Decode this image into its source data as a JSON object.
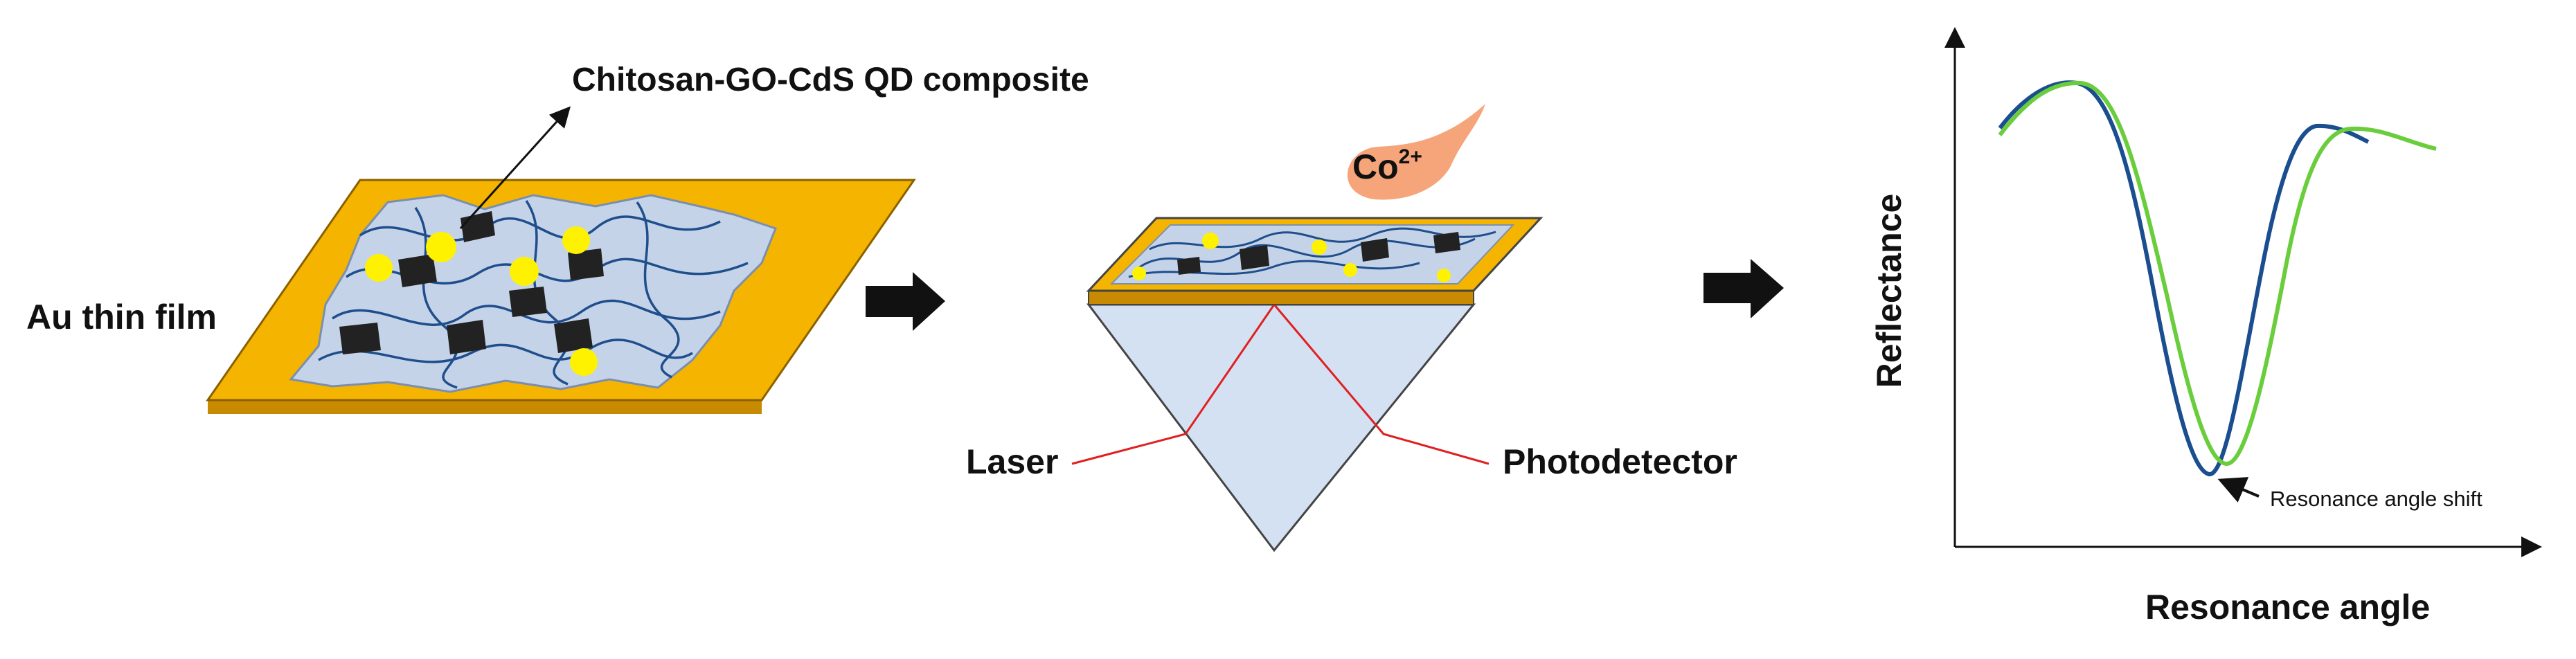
{
  "panel1": {
    "composite_label": "Chitosan-GO-CdS QD composite",
    "film_label": "Au thin film"
  },
  "panel2": {
    "ion": {
      "symbol": "Co",
      "charge": "2+"
    },
    "laser_label": "Laser",
    "detector_label": "Photodetector"
  },
  "panel3": {
    "ylabel": "Reflectance",
    "xlabel": "Resonance angle",
    "shift_label": "Resonance angle shift"
  },
  "colors": {
    "gold": "#F5B400",
    "gold_edge": "#C88A00",
    "composite": "#C5D3E8",
    "qd": "#FFF200",
    "strand": "#1F4E8C",
    "go_sheet": "#222222",
    "laser": "#E02020",
    "prism": "#D3E1F2",
    "ion_drop": "#F6A57A",
    "curve_before": "#1A4E8F",
    "curve_after": "#6ACD3C",
    "arrow": "#111111"
  },
  "icons": [
    "right-arrow-icon",
    "right-arrow-icon"
  ]
}
